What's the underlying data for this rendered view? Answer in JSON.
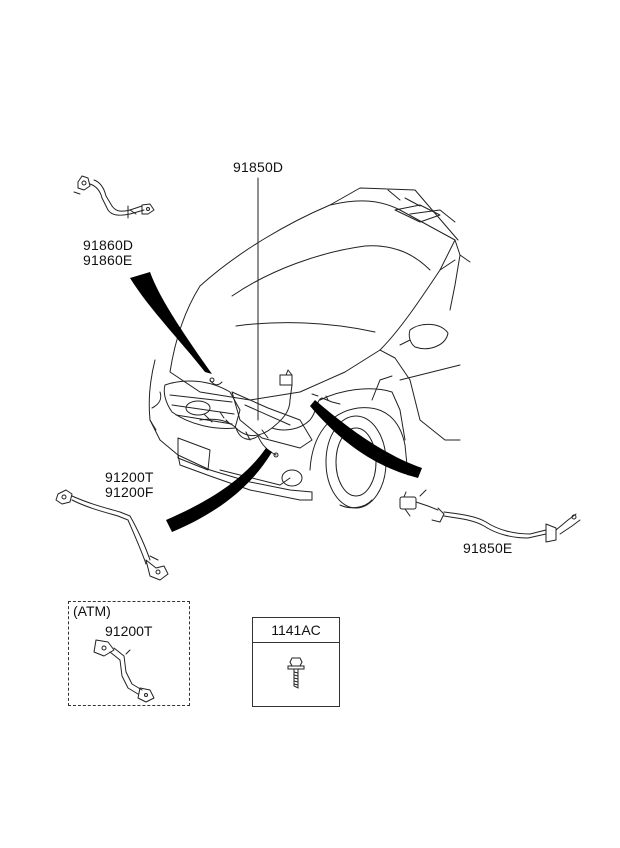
{
  "callouts": {
    "main_harness": "91850D",
    "battery_cable_top": [
      "91860D",
      "91860E"
    ],
    "battery_cable_left": [
      "91200T",
      "91200F"
    ],
    "harness_right": "91850E"
  },
  "atm_inset": {
    "title": "(ATM)",
    "part": "91200T"
  },
  "bolt_box": {
    "part": "1141AC"
  },
  "colors": {
    "line": "#222222",
    "leader_fill": "#000000",
    "background": "#ffffff"
  }
}
